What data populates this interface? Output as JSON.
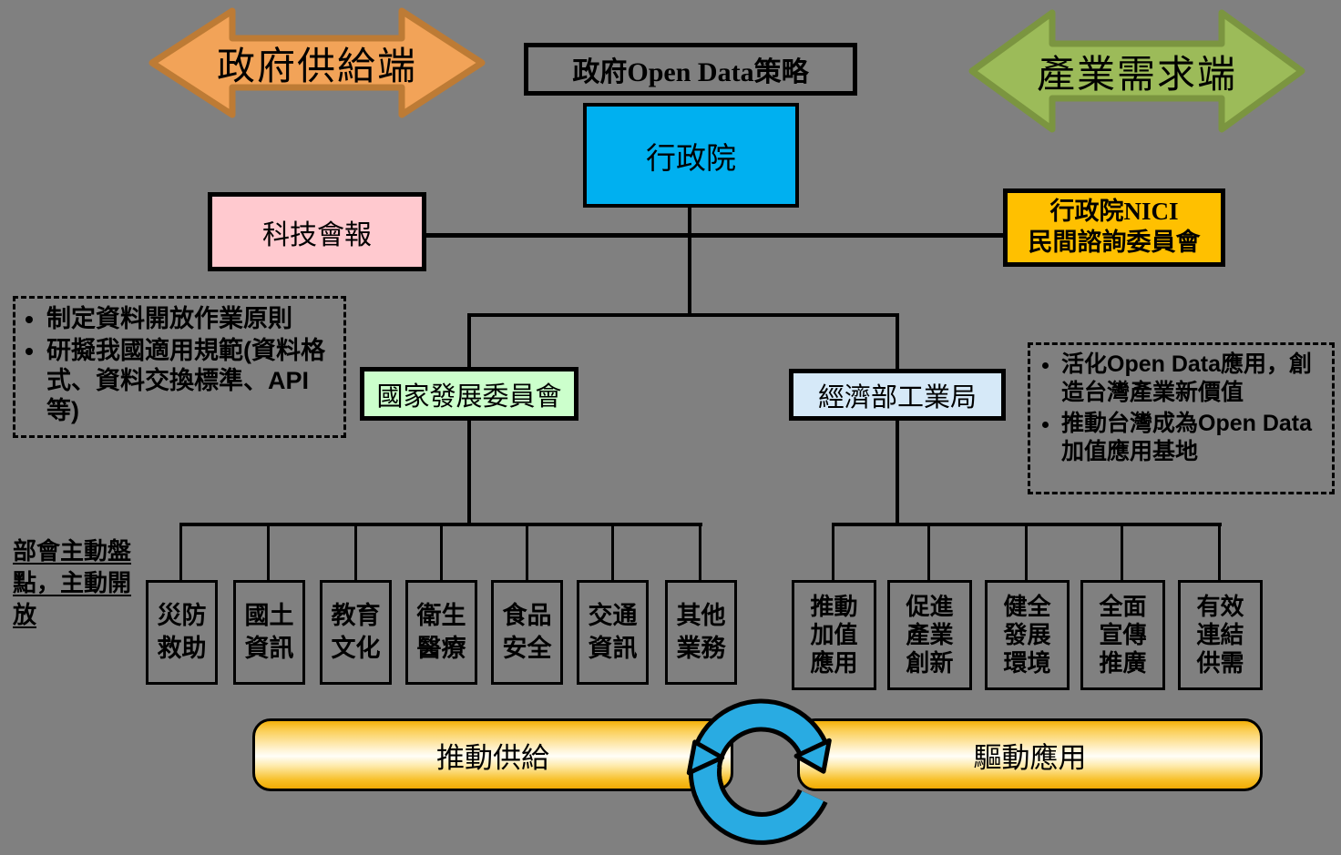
{
  "background": "#808080",
  "banners": {
    "supply": {
      "label": "政府供給端",
      "fill": "#F2A358",
      "stroke": "#BD7B35"
    },
    "demand": {
      "label": "產業需求端",
      "fill": "#9CBB59",
      "stroke": "#7B9540"
    }
  },
  "strategy_title": "政府Open Data策略",
  "org": {
    "executive_yuan": {
      "label": "行政院",
      "fill": "#00B0F0"
    },
    "tech_board": {
      "label": "科技會報",
      "fill": "#FFC9CF"
    },
    "nici_committee": {
      "line1": "行政院NICI",
      "line2": "民間諮詢委員會",
      "fill": "#FFC000"
    },
    "ndc": {
      "label": "國家發展委員會",
      "fill": "#CCFFCC"
    },
    "idb": {
      "label": "經濟部工業局",
      "fill": "#D6E9F8"
    }
  },
  "notes": {
    "left": [
      "制定資料開放作業原則",
      "研擬我國適用規範(資料格式、資料交換標準、API等)"
    ],
    "right": [
      "活化Open Data應用，創造台灣產業新價值",
      "推動台灣成為Open Data加值應用基地"
    ],
    "side": "部會主動盤點，主動開放"
  },
  "ministry_domains": [
    {
      "lines": [
        "災防",
        "救助"
      ]
    },
    {
      "lines": [
        "國土",
        "資訊"
      ]
    },
    {
      "lines": [
        "教育",
        "文化"
      ]
    },
    {
      "lines": [
        "衛生",
        "醫療"
      ]
    },
    {
      "lines": [
        "食品",
        "安全"
      ]
    },
    {
      "lines": [
        "交通",
        "資訊"
      ]
    },
    {
      "lines": [
        "其他",
        "業務"
      ]
    }
  ],
  "industry_actions": [
    {
      "lines": [
        "推動",
        "加值",
        "應用"
      ]
    },
    {
      "lines": [
        "促進",
        "產業",
        "創新"
      ]
    },
    {
      "lines": [
        "健全",
        "發展",
        "環境"
      ]
    },
    {
      "lines": [
        "全面",
        "宣傳",
        "推廣"
      ]
    },
    {
      "lines": [
        "有效",
        "連結",
        "供需"
      ]
    }
  ],
  "bottom_bars": {
    "supply": "推動供給",
    "demand": "驅動應用"
  },
  "cycle": {
    "color": "#29ABE2",
    "outline": "#000000"
  }
}
